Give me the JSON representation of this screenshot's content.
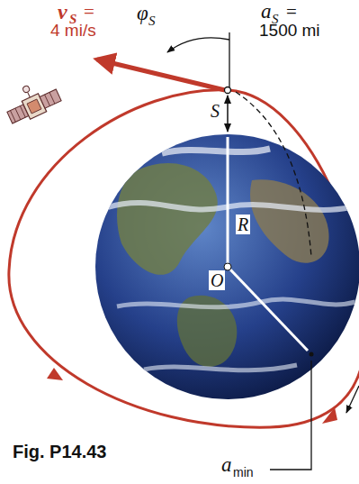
{
  "diagram": {
    "caption": "Fig. P14.43",
    "labels": [
      "v",
      "S",
      "=",
      "4 mi/s",
      "φ",
      "S",
      "a",
      "S",
      "=",
      "1500 mi",
      "S",
      "R",
      "O",
      "a",
      "min"
    ]
  }
}
